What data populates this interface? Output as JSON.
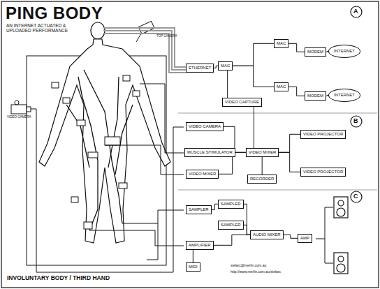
{
  "diagram": {
    "title": "PING BODY",
    "nodes": [
      {
        "text": [
          "ETHERNET"
        ]
      },
      {
        "text": [
          "MAC"
        ]
      },
      {
        "text": [
          "MAC"
        ]
      },
      {
        "text": [
          "MAC"
        ]
      },
      {
        "text": [
          "MODEM"
        ]
      },
      {
        "text": [
          "MODEM"
        ]
      },
      {
        "text": [
          "INTERNET"
        ]
      },
      {
        "text": [
          "INTERNET"
        ]
      },
      {
        "text": [
          "VIDEO CAPTURE"
        ]
      },
      {
        "text": [
          "VIDEO CAMERA"
        ]
      },
      {
        "text": [
          "MUSCLE STIMULATOR"
        ]
      },
      {
        "text": [
          "VIDEO MIXER"
        ]
      },
      {
        "text": [
          "VIDEO MIXER"
        ]
      },
      {
        "text": [
          "RECORDER"
        ]
      },
      {
        "text": [
          "VIDEO PROJECTOR"
        ]
      },
      {
        "text": [
          "VIDEO PROJECTOR"
        ]
      },
      {
        "text": [
          "SAMPLER"
        ]
      },
      {
        "text": [
          "SAMPLER"
        ]
      },
      {
        "text": [
          "SAMPLER"
        ]
      },
      {
        "text": [
          "AUDIO MIXER"
        ]
      },
      {
        "text": [
          "AMP"
        ]
      },
      {
        "text": [
          "AMPLIFIER"
        ]
      },
      {
        "text": [
          "MIDI"
        ]
      }
    ],
    "edges": [
      {
        "from": 0,
        "to": 1,
        "arrow": "none"
      },
      {
        "from": 1,
        "to": 2,
        "arrow": "none"
      },
      {
        "from": 1,
        "to": 3,
        "arrow": "none"
      },
      {
        "from": 2,
        "to": 4,
        "arrow": "none"
      },
      {
        "from": 3,
        "to": 5,
        "arrow": "none"
      },
      {
        "from": 4,
        "to": 6,
        "arrow": "none"
      },
      {
        "from": 5,
        "to": 7,
        "arrow": "none"
      },
      {
        "from": 1,
        "to": 8,
        "arrow": "none"
      },
      {
        "from": 8,
        "to": 12,
        "arrow": "none"
      },
      {
        "from": 9,
        "to": 12,
        "arrow": "none"
      },
      {
        "from": 11,
        "to": 12,
        "arrow": "none"
      },
      {
        "from": 12,
        "to": 14,
        "arrow": "none"
      },
      {
        "from": 12,
        "to": 15,
        "arrow": "none"
      },
      {
        "from": 13,
        "to": 12,
        "arrow": "none"
      },
      {
        "from": 16,
        "to": 17,
        "arrow": "none"
      },
      {
        "from": 17,
        "to": 19,
        "arrow": "none"
      },
      {
        "from": 18,
        "to": 19,
        "arrow": "none"
      },
      {
        "from": 19,
        "to": 20,
        "arrow": "none"
      },
      {
        "from": 21,
        "to": 19,
        "arrow": "none"
      },
      {
        "from": 22,
        "to": 21,
        "arrow": "none"
      }
    ],
    "labels": [
      "AN INTERNET ACTUATED & UPLOADED PERFORMANCE",
      "A",
      "B",
      "C",
      "TOP CAMERA",
      "VIDEO CAMERA",
      "INVOLUNTARY BODY / THIRD HAND",
      "stelarc@merlin.com.au",
      "http://www.merlin.com.au/stelarc"
    ]
  }
}
